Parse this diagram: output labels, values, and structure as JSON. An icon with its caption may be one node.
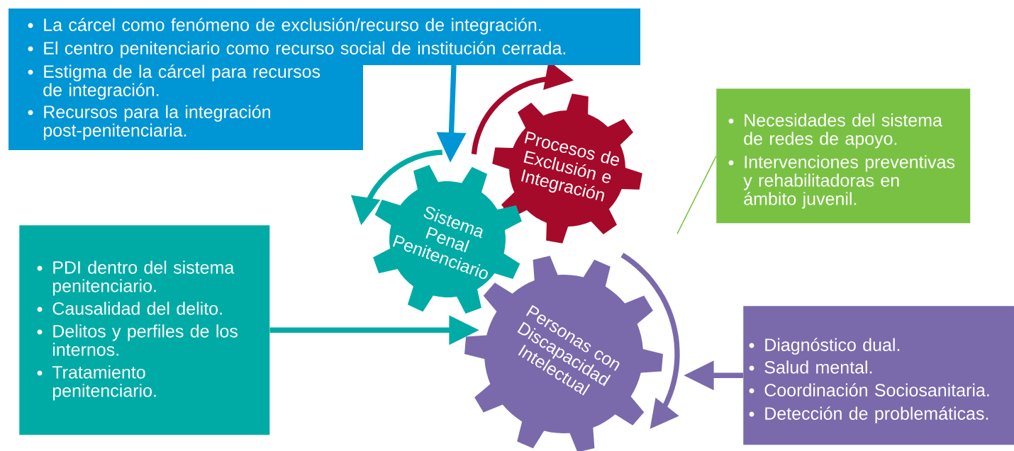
{
  "diagram": {
    "nodes": [
      {
        "text": [
          "La cárcel como fenómeno de exclusión/recurso de integración.",
          "El centro penitenciario como recurso social de institución cerrada.",
          "Estigma de la cárcel para recursos de integración.",
          "Recursos para la integración post-penitenciaria."
        ]
      },
      {
        "text": [
          "Procesos de Exclusión e Integración"
        ]
      },
      {
        "text": [
          "Necesidades del sistema de redes de apoyo.",
          "Intervenciones preventivas y rehabilitadoras en ámbito juvenil."
        ]
      },
      {
        "text": [
          "Sistema Penal Penitenciario"
        ]
      },
      {
        "text": [
          "PDI dentro del sistema penitenciario.",
          "Causalidad del delito.",
          "Delitos y perfiles de los internos.",
          "Tratamiento penitenciario."
        ]
      },
      {
        "text": [
          "Personas con Discapacidad Intelectual"
        ]
      },
      {
        "text": [
          "Diagnóstico dual.",
          "Salud mental.",
          "Coordinación Sociosanitaria.",
          "Detección de problemáticas."
        ]
      }
    ],
    "edges": [
      {
        "from": 0,
        "to": 3,
        "arrow": "to",
        "color": "#0095d4"
      },
      {
        "from": 4,
        "to": 5,
        "arrow": "to",
        "color": "#00aba5"
      },
      {
        "from": 6,
        "to": 5,
        "arrow": "to",
        "color": "#7a6aab"
      },
      {
        "from": 2,
        "to": null,
        "arrow": "none",
        "color": "#79c143"
      }
    ]
  }
}
